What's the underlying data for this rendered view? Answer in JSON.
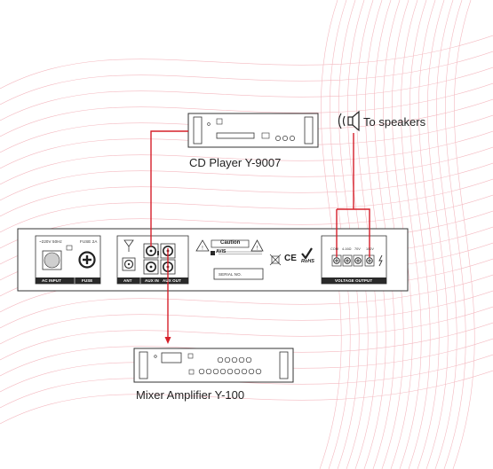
{
  "labels": {
    "cd_player": "CD Player  Y-9007",
    "mixer_amplifier": "Mixer Amplifier  Y-100",
    "to_speakers": "To speakers"
  },
  "rear_panel": {
    "power_rating": "~220V 50Hz",
    "fuse_rating": "FUSE 2A",
    "ac_input": "AC INPUT",
    "fuse": "FUSE",
    "ant": "ANT",
    "aux_in": "AUX IN",
    "aux_out": "AUX OUT",
    "caution": "Caution",
    "avis": "AVIS",
    "serial_no": "SERIAL NO.",
    "rohs": "RoHS",
    "ce": "CE",
    "com": "COM",
    "ohm": "4-16Ω",
    "v70": "70V",
    "v100": "100V",
    "voltage_output": "VOLTAGE OUTPUT"
  },
  "colors": {
    "cable": "#d6202a",
    "outline": "#333333",
    "panel_label_bar": "#2a2a2a",
    "background_lines": "#f4b9c0"
  }
}
